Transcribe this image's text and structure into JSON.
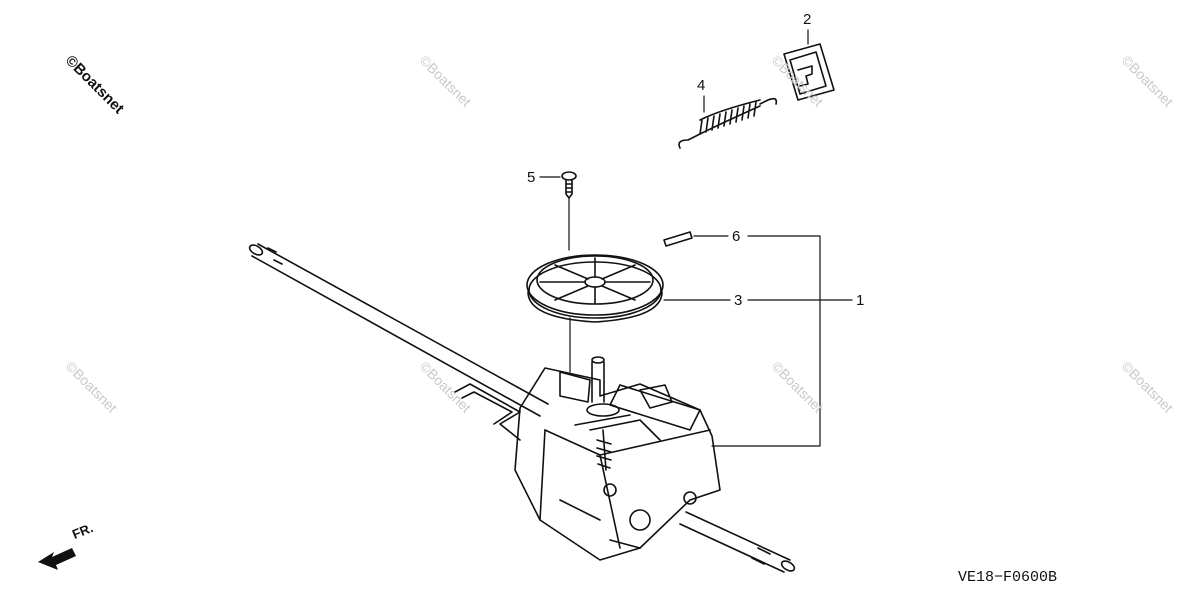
{
  "callouts": [
    {
      "id": "1",
      "label": "1"
    },
    {
      "id": "2",
      "label": "2"
    },
    {
      "id": "3",
      "label": "3"
    },
    {
      "id": "4",
      "label": "4"
    },
    {
      "id": "5",
      "label": "5"
    },
    {
      "id": "6",
      "label": "6"
    }
  ],
  "watermark_text": "©Boatsnet",
  "front_label": "FR.",
  "drawing_code": "VE18−F0600B"
}
